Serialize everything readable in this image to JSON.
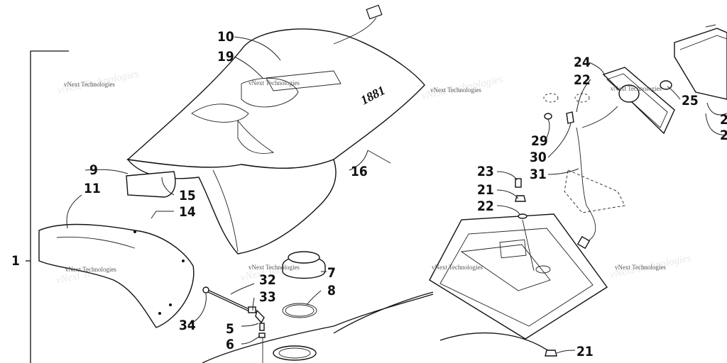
{
  "callouts": [
    {
      "label": "1"
    },
    {
      "label": "5"
    },
    {
      "label": "6"
    },
    {
      "label": "7"
    },
    {
      "label": "8"
    },
    {
      "label": "9"
    },
    {
      "label": "10"
    },
    {
      "label": "11"
    },
    {
      "label": "14"
    },
    {
      "label": "15"
    },
    {
      "label": "16"
    },
    {
      "label": "19"
    },
    {
      "label": "21"
    },
    {
      "label": "21"
    },
    {
      "label": "22"
    },
    {
      "label": "22"
    },
    {
      "label": "23"
    },
    {
      "label": "24"
    },
    {
      "label": "25"
    },
    {
      "label": "29"
    },
    {
      "label": "30"
    },
    {
      "label": "31"
    },
    {
      "label": "32"
    },
    {
      "label": "33"
    },
    {
      "label": "34"
    },
    {
      "label": "2"
    },
    {
      "label": "2"
    }
  ],
  "watermark": "vNext Technologies",
  "seat_logo": "1881"
}
